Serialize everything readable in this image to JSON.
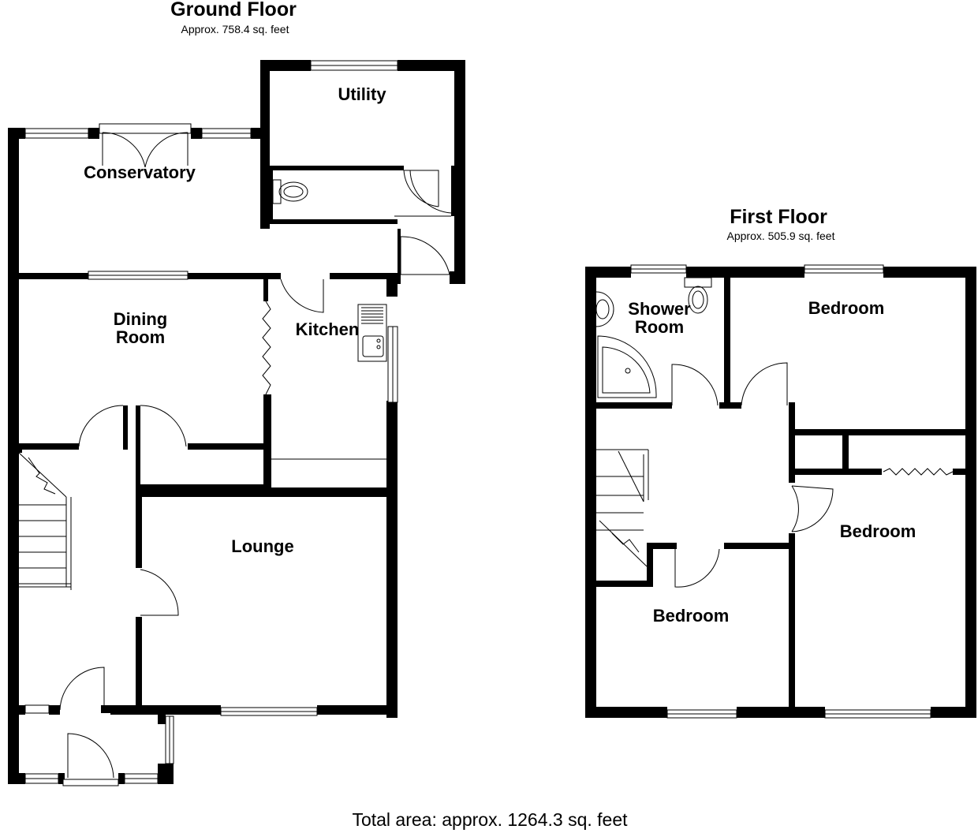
{
  "ground_floor": {
    "title": "Ground Floor",
    "area": "Approx. 758.4 sq. feet",
    "rooms": {
      "conservatory": "Conservatory",
      "utility": "Utility",
      "dining_room_line1": "Dining",
      "dining_room_line2": "Room",
      "kitchen": "Kitchen",
      "lounge": "Lounge"
    }
  },
  "first_floor": {
    "title": "First Floor",
    "area": "Approx. 505.9 sq. feet",
    "rooms": {
      "shower_room_line1": "Shower",
      "shower_room_line2": "Room",
      "bedroom_top_right": "Bedroom",
      "bedroom_right": "Bedroom",
      "bedroom_bottom_left": "Bedroom"
    }
  },
  "total_area": "Total area: approx. 1264.3 sq. feet"
}
